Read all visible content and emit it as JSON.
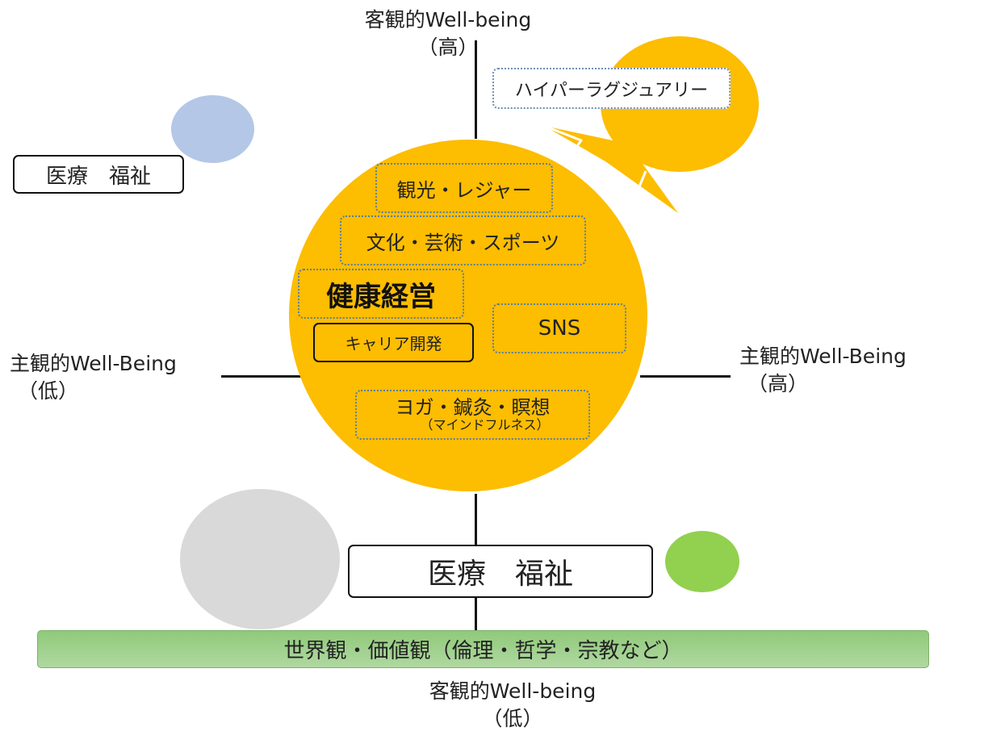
{
  "axes": {
    "top_title": "客観的Well-being",
    "top_sub": "（高）",
    "bottom_title": "客観的Well-being",
    "bottom_sub": "（低）",
    "left_title": "主観的Well-Being",
    "left_sub": "（低）",
    "right_title": "主観的Well-Being",
    "right_sub": "（高）"
  },
  "boxes": {
    "hyper_luxury": "ハイパーラグジュアリー",
    "medical_welfare_small": "医療　福祉",
    "tourism_leisure": "観光・レジャー",
    "culture_arts_sports": "文化・芸術・スポーツ",
    "health_management": "健康経営",
    "career_development": "キャリア開発",
    "sns": "SNS",
    "yoga_acupuncture": "ヨガ・鍼灸・瞑想",
    "mindfulness": "（マインドフルネス）",
    "medical_welfare_large": "医療　福祉"
  },
  "foundation_bar": "世界観・価値観（倫理・哲学・宗教など）",
  "colors": {
    "main_circle": "#fdbd00",
    "blue_circle": "#b4c7e7",
    "gray_circle": "#d9d9d9",
    "green_circle": "#92d050",
    "foundation_bar": "#a9d18e"
  }
}
